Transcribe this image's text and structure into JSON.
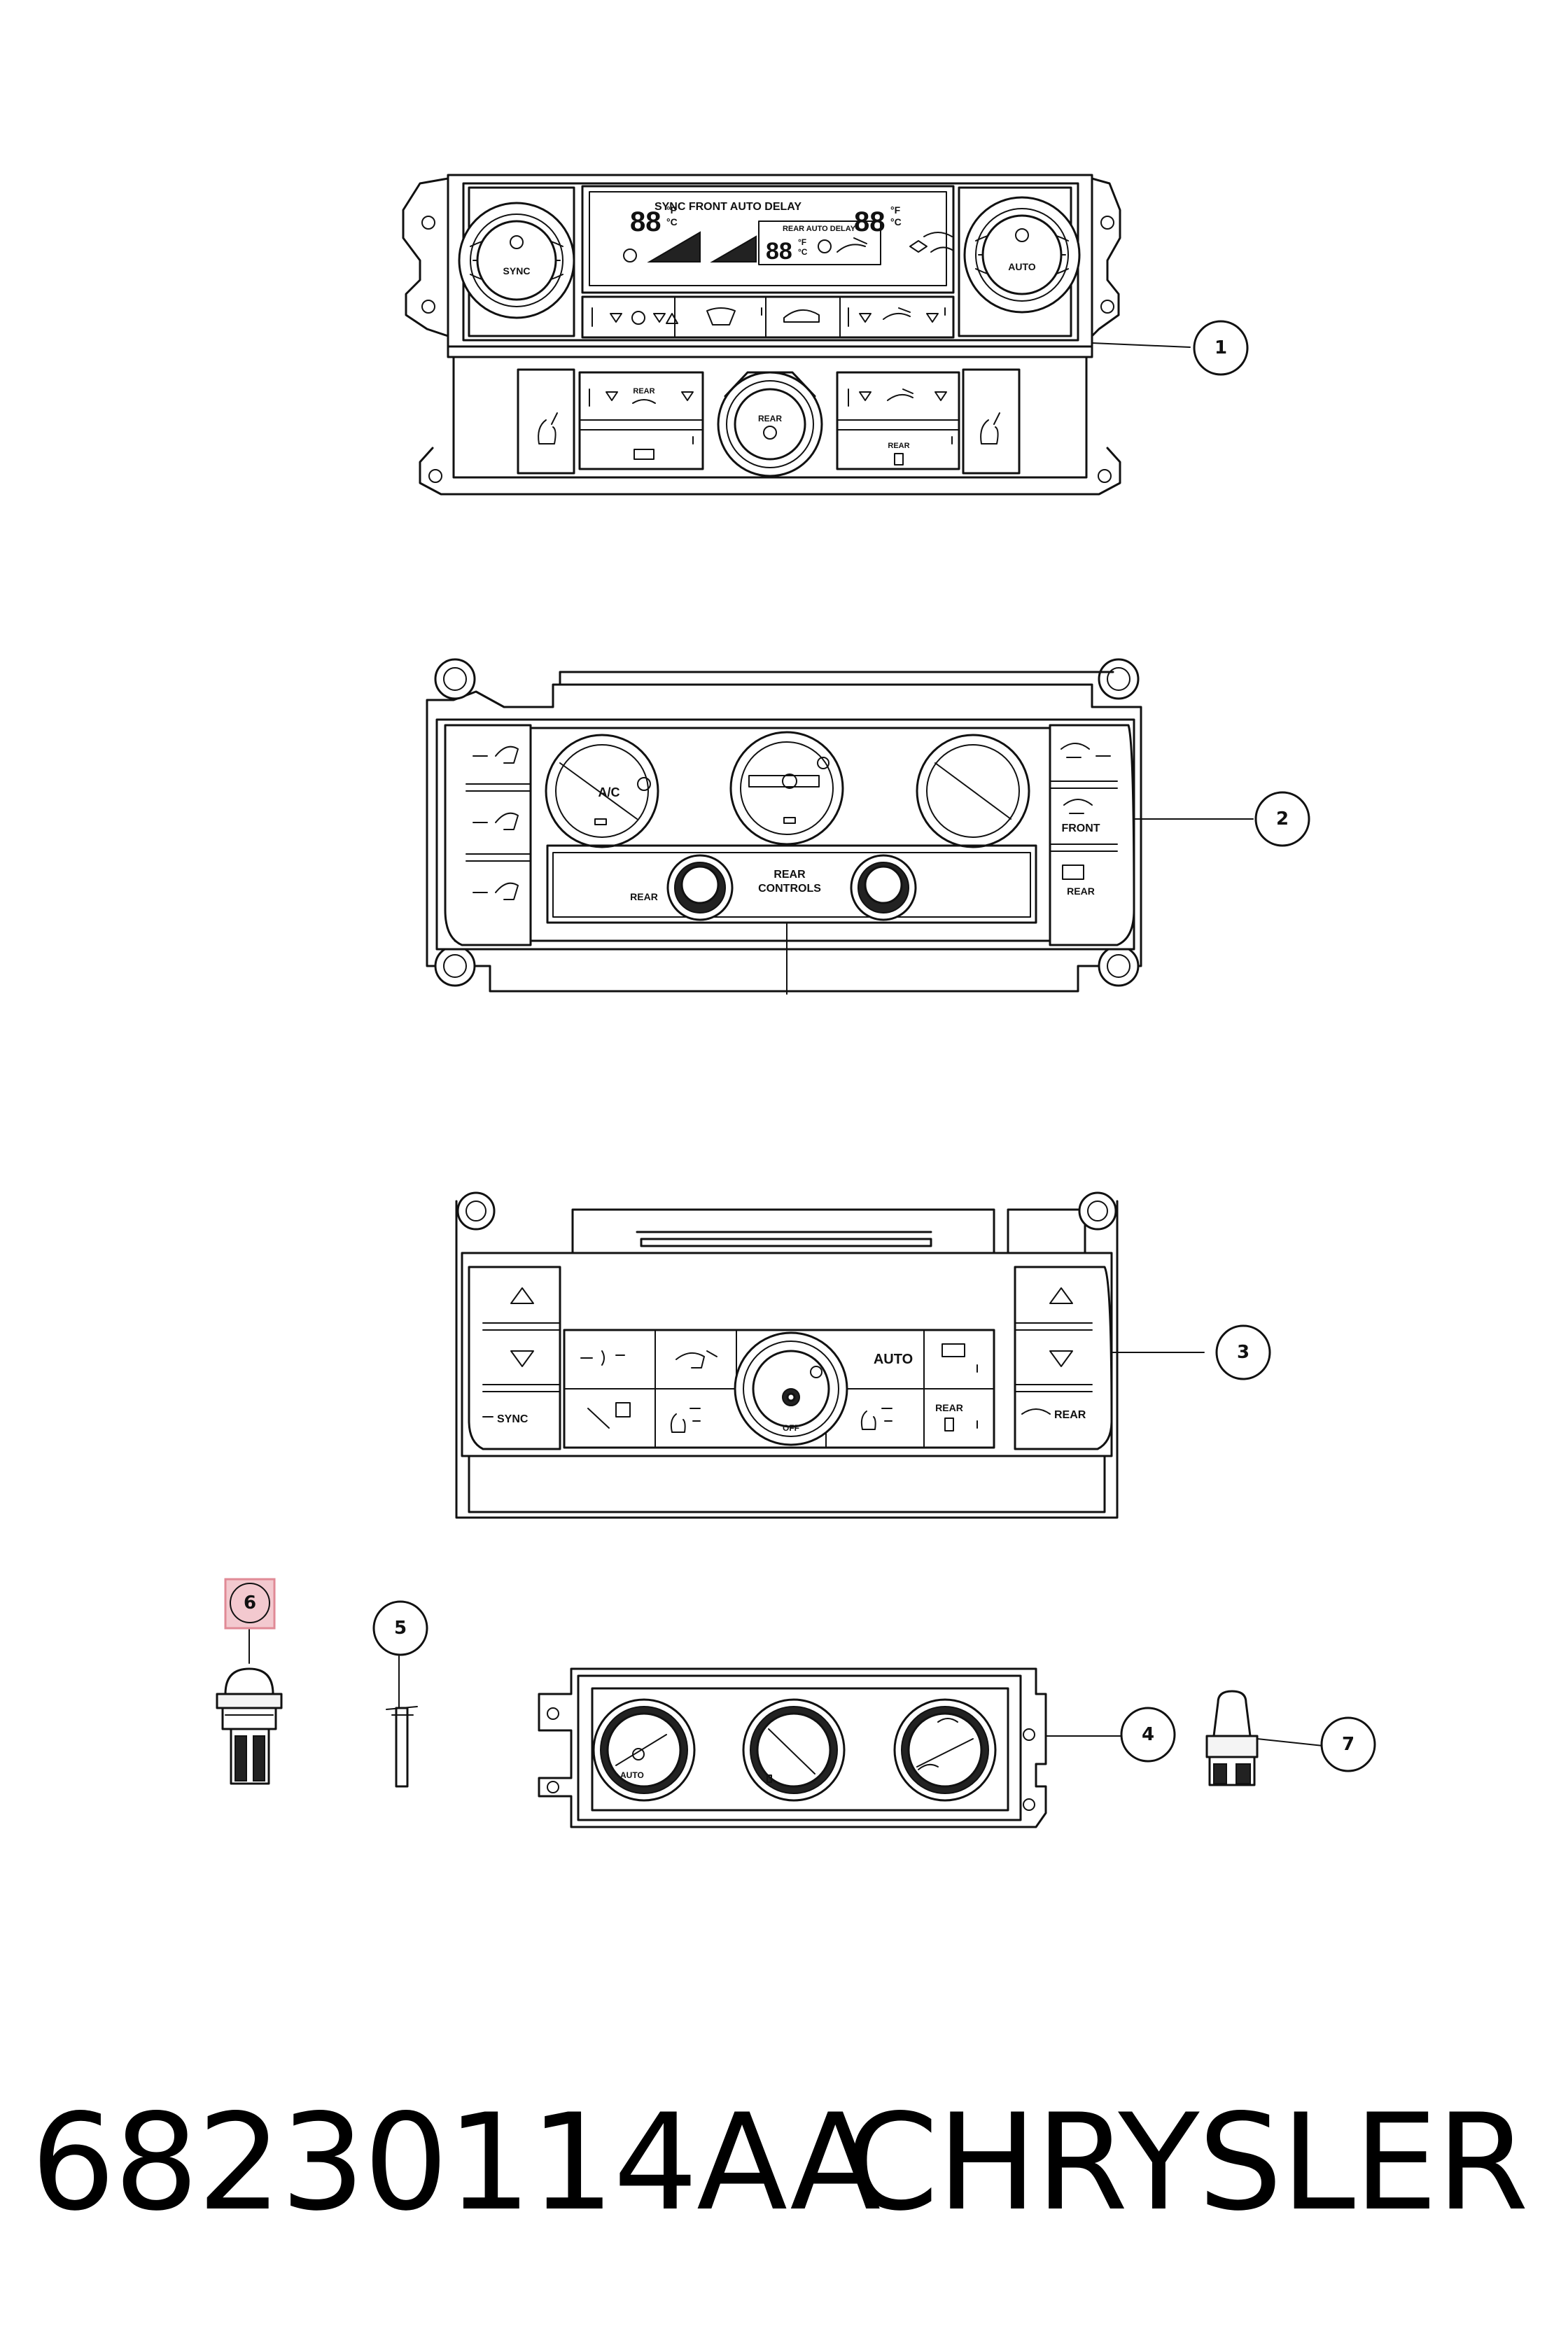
{
  "footer": {
    "part_number": "68230114AA",
    "brand": "CHRYSLER"
  },
  "callouts": [
    "1",
    "2",
    "3",
    "4",
    "5",
    "6",
    "7"
  ],
  "highlight_color": "#f3c9cf",
  "unit1": {
    "display_top": "SYNC  FRONT AUTO DELAY",
    "display_inner": "REAR AUTO DELAY",
    "left_knob": "SYNC",
    "right_knob": "AUTO",
    "center_knob": "REAR",
    "temp_left": "88",
    "temp_mid": "88",
    "temp_right": "88",
    "unit_f": "°F",
    "unit_c": "°C",
    "rear_label_left": "REAR",
    "rear_label_right": "REAR"
  },
  "unit2": {
    "knob_left": "A/C",
    "rear_label": "REAR",
    "rear_controls": "REAR\nCONTROLS",
    "front_label": "FRONT",
    "rear_right_label": "REAR"
  },
  "unit3": {
    "auto_label": "AUTO",
    "sync_label": "SYNC",
    "rear_label": "REAR",
    "rear_right_label": "REAR",
    "off_label": "OFF"
  },
  "unit4": {
    "knob_label": "AUTO"
  }
}
